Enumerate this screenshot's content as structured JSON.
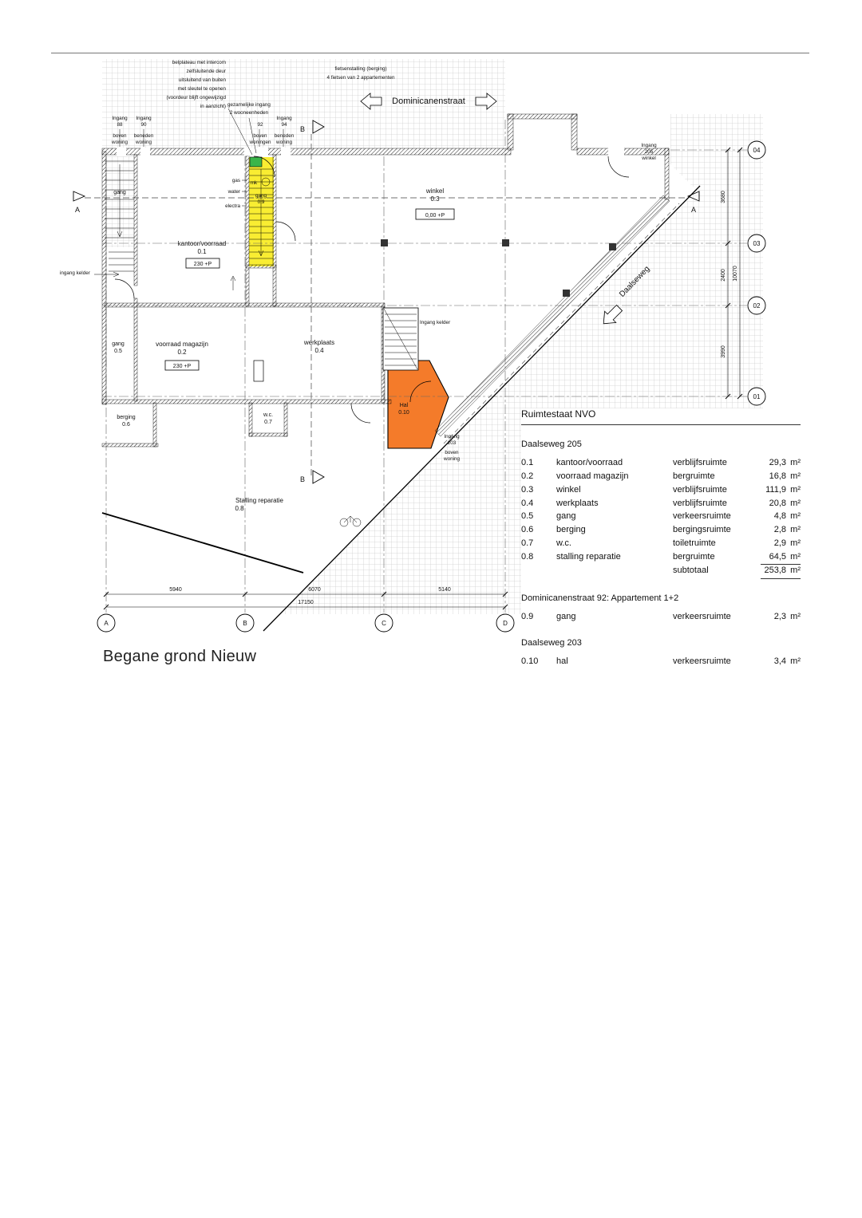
{
  "page": {
    "title": "Begane grond Nieuw"
  },
  "schedule": {
    "header": "Ruimtestaat NVO",
    "sections": [
      {
        "name": "Daalseweg 205",
        "rows": [
          {
            "nr": "0.1",
            "room": "kantoor/voorraad",
            "type": "verblijfsruimte",
            "area": "29,3",
            "unit": "m²"
          },
          {
            "nr": "0.2",
            "room": "voorraad magazijn",
            "type": "bergruimte",
            "area": "16,8",
            "unit": "m²"
          },
          {
            "nr": "0.3",
            "room": "winkel",
            "type": "verblijfsruimte",
            "area": "111,9",
            "unit": "m²"
          },
          {
            "nr": "0.4",
            "room": "werkplaats",
            "type": "verblijfsruimte",
            "area": "20,8",
            "unit": "m²"
          },
          {
            "nr": "0.5",
            "room": "gang",
            "type": "verkeersruimte",
            "area": "4,8",
            "unit": "m²"
          },
          {
            "nr": "0.6",
            "room": "berging",
            "type": "bergingsruimte",
            "area": "2,8",
            "unit": "m²"
          },
          {
            "nr": "0.7",
            "room": "w.c.",
            "type": "toiletruimte",
            "area": "2,9",
            "unit": "m²"
          },
          {
            "nr": "0.8",
            "room": "stalling reparatie",
            "type": "bergruimte",
            "area": "64,5",
            "unit": "m²"
          }
        ],
        "subtotal": {
          "label": "subtotaal",
          "area": "253,8",
          "unit": "m²"
        }
      },
      {
        "name": "Dominicanenstraat 92: Appartement 1+2",
        "rows": [
          {
            "nr": "0.9",
            "room": "gang",
            "type": "verkeersruimte",
            "area": "2,3",
            "unit": "m²"
          }
        ]
      },
      {
        "name": "Daalseweg 203",
        "rows": [
          {
            "nr": "0.10",
            "room": "hal",
            "type": "verkeersruimte",
            "area": "3,4",
            "unit": "m²"
          }
        ]
      }
    ]
  },
  "plan": {
    "streets": {
      "top": "Dominicanenstraat",
      "diagonal": "Daalseweg"
    },
    "notes": {
      "door": [
        "belplateau met intercom",
        "zelfsluitende deur",
        "uitsluitend van buiten",
        "met sleutel te openen",
        "(voordeur blijft ongewijzigd",
        "in aanzicht)"
      ],
      "entrance_shared": [
        "gezamelijke ingang",
        "2 wooneenheden"
      ],
      "bikes": [
        "fietsenstalling (berging)",
        "4 fietsen van 2 appartementen"
      ]
    },
    "entrances": [
      {
        "l1": "Ingang",
        "l2": "88",
        "l3": "boven",
        "l4": "woning"
      },
      {
        "l1": "Ingang",
        "l2": "90",
        "l3": "beneden",
        "l4": "woning"
      },
      {
        "l1": "",
        "l2": "92",
        "l3": "boven",
        "l4": "woningen"
      },
      {
        "l1": "Ingang",
        "l2": "94",
        "l3": "beneden",
        "l4": "woning"
      }
    ],
    "entrance_winkel": {
      "l1": "Ingang",
      "l2": "205",
      "l3": "winkel"
    },
    "entrance_203": {
      "l1": "Ingang",
      "l2": "203",
      "l3": "boven",
      "l4": "woning"
    },
    "entrance_kelder_left": "ingang kelder",
    "entrance_kelder_mid": "Ingang kelder",
    "rooms": {
      "r01": {
        "name": "kantoor/voorraad",
        "nr": "0.1",
        "level": "230 +P"
      },
      "r02": {
        "name": "voorraad magazijn",
        "nr": "0.2",
        "level": "230 +P"
      },
      "r03": {
        "name": "winkel",
        "nr": "0.3",
        "level": "0,00 +P"
      },
      "r04": {
        "name": "werkplaats",
        "nr": "0.4"
      },
      "r05": {
        "name": "gang",
        "nr": "0.5"
      },
      "r06": {
        "name": "berging",
        "nr": "0.6"
      },
      "r07": {
        "name": "w.c.",
        "nr": "0.7"
      },
      "r08": {
        "name": "Stalling reparatie",
        "nr": "0.8"
      },
      "r09": {
        "name": "gang",
        "nr": "0.9"
      },
      "r10": {
        "name": "Hal",
        "nr": "0.10"
      },
      "gang_stair": "gang"
    },
    "utilities": [
      "gas",
      "water",
      "electra"
    ],
    "mk": "mk",
    "grid": {
      "right": [
        "04",
        "03",
        "02",
        "01"
      ],
      "bottom": [
        "A",
        "B",
        "C",
        "D"
      ]
    },
    "sections_markers": {
      "a": "A",
      "b": "B"
    },
    "dims": {
      "bottom": [
        "5940",
        "6070",
        "5140"
      ],
      "bottom_total": "17150",
      "right": [
        "3680",
        "2400",
        "3990"
      ],
      "right_total": "10070"
    },
    "colors": {
      "hal": "#f47b2a",
      "gang09": "#f9ed32",
      "mk_green": "#3ab54a"
    }
  }
}
